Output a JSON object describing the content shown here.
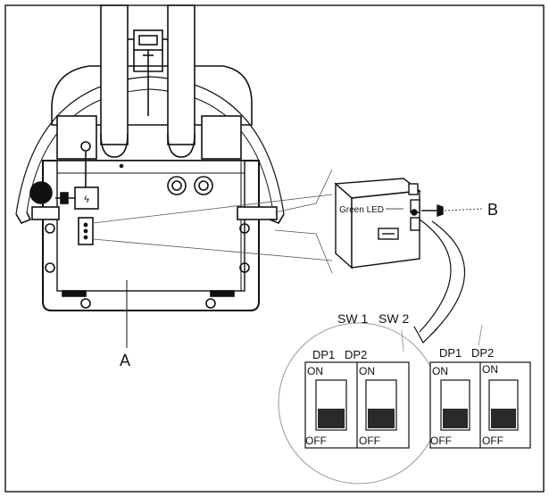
{
  "labels": {
    "callout_a": "A",
    "callout_b": "B",
    "green_led": "Green LED",
    "sw1": "SW 1",
    "sw2": "SW 2",
    "dp1_left": "DP1",
    "dp2_left": "DP2",
    "dp1_right": "DP1",
    "dp2_right": "DP2",
    "on": "ON",
    "off": "OFF"
  },
  "colors": {
    "ink": "#111111",
    "switch_fill": "#2a2a2a",
    "paper": "#ffffff"
  },
  "switches": [
    {
      "group": "left",
      "name": "DP1",
      "state": "OFF"
    },
    {
      "group": "left",
      "name": "DP2",
      "state": "OFF"
    },
    {
      "group": "right",
      "name": "DP1",
      "state": "OFF"
    },
    {
      "group": "right",
      "name": "DP2",
      "state": "OFF"
    }
  ]
}
